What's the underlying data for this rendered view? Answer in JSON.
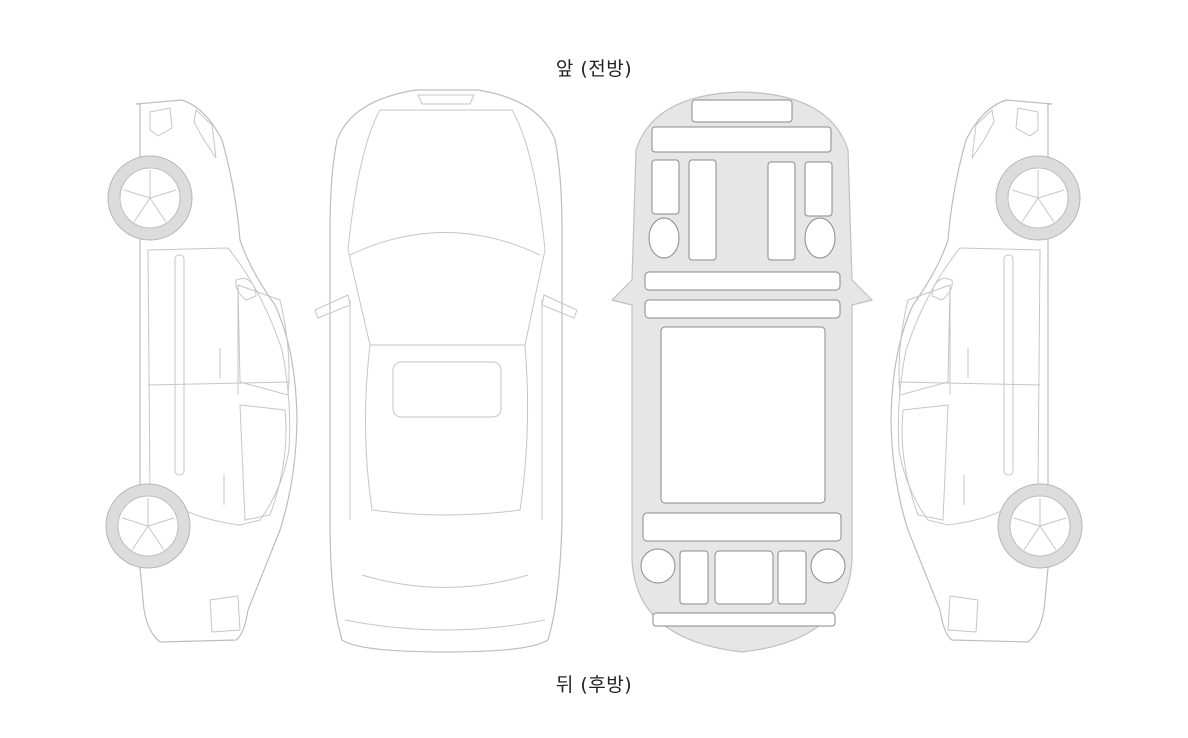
{
  "labels": {
    "front": "앞 (전방)",
    "rear": "뒤 (후방)"
  },
  "colors": {
    "outline": "#bdbdbd",
    "underbody_fill": "#e6e6e6",
    "tire_fill": "#dcdcdc",
    "text": "#222222"
  },
  "views": [
    "left-side",
    "top",
    "underbody",
    "right-side"
  ]
}
